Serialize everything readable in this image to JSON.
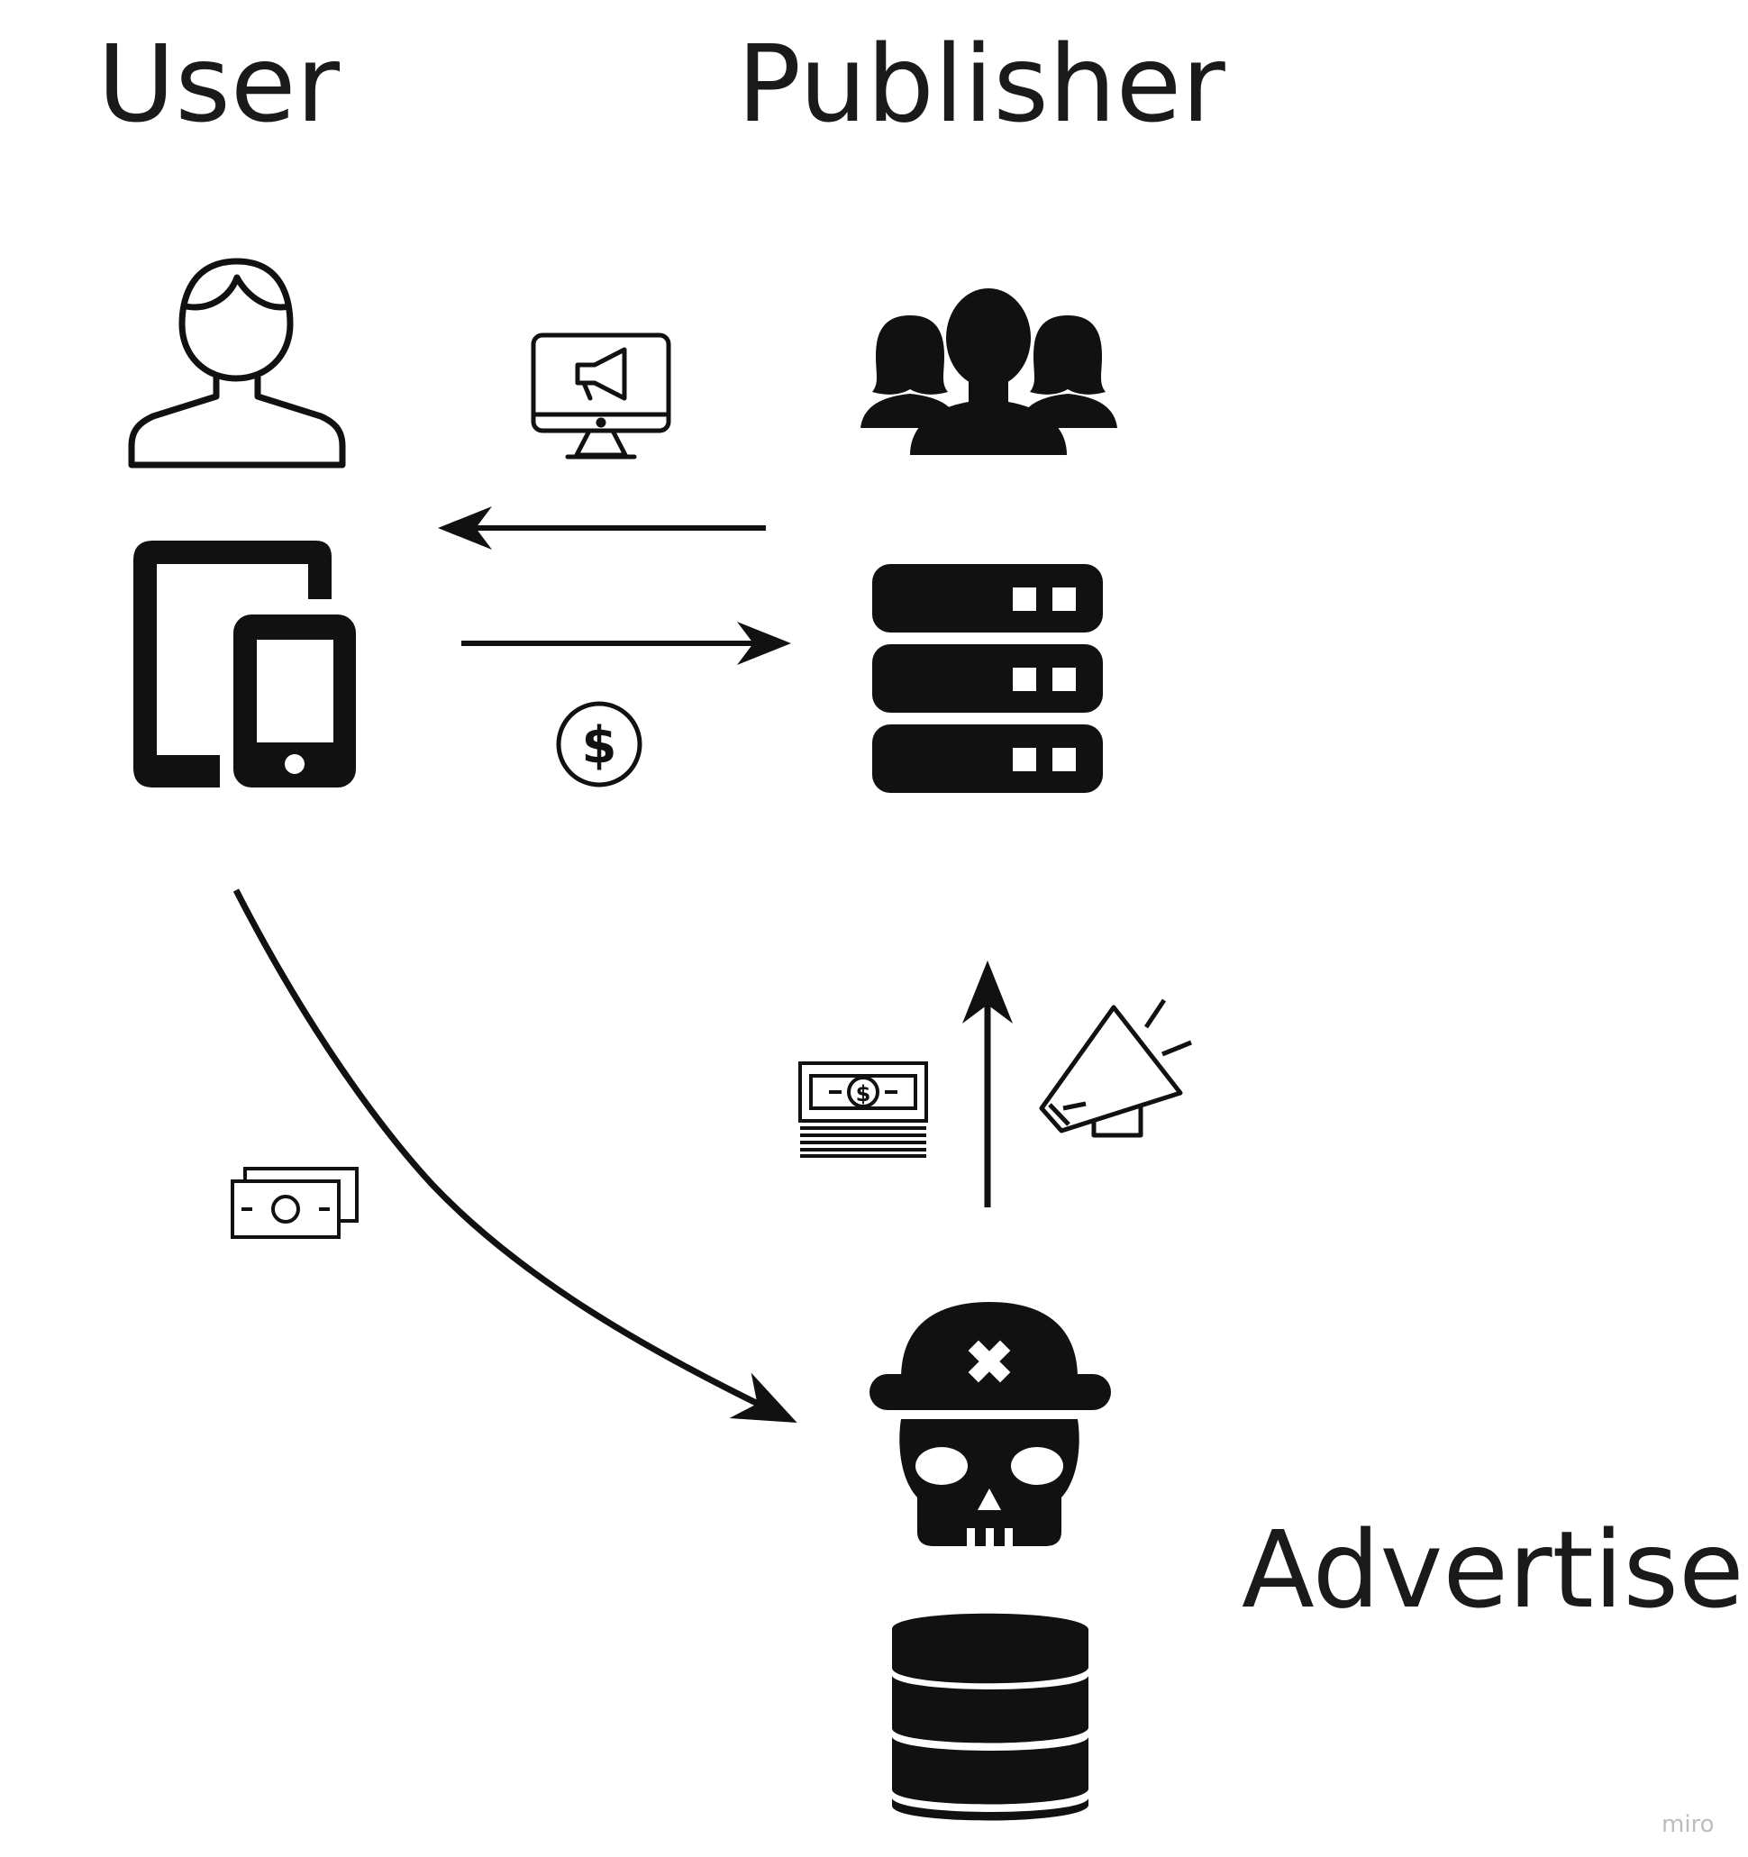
{
  "labels": {
    "user": "User",
    "publisher": "Publisher",
    "advertiser": "Advertiser"
  },
  "watermark": "miro",
  "icons": [
    "user-icon",
    "tablet-phone-icon",
    "monitor-megaphone-icon",
    "audience-group-icon",
    "server-stack-icon",
    "dollar-coin-icon",
    "cash-bills-icon",
    "cash-stack-icon",
    "megaphone-icon",
    "pirate-skull-icon",
    "database-icon"
  ],
  "colors": {
    "ink": "#111111",
    "text": "#1a1a1a",
    "watermark": "#bdbdbd",
    "background": "#ffffff"
  }
}
